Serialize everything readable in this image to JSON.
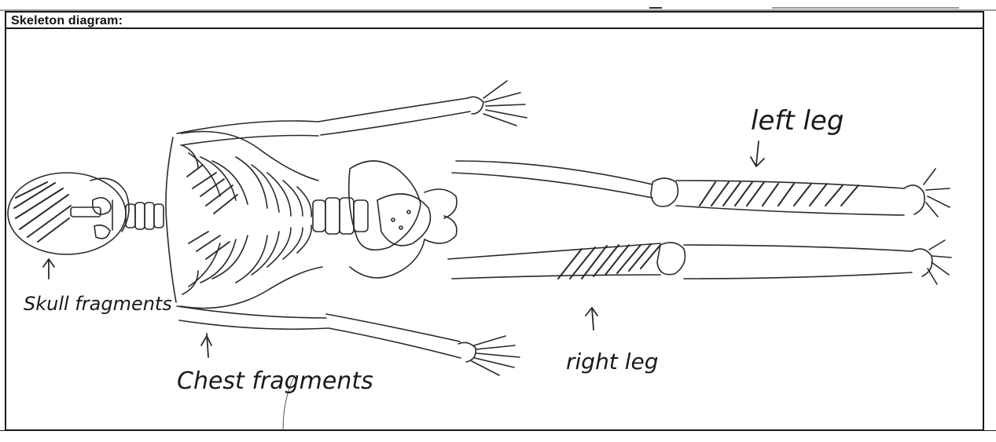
{
  "section": {
    "title": "Skeleton diagram:"
  },
  "annotations": {
    "skull": "Skull fragments",
    "chest": "Chest fragments",
    "left_leg": "left leg",
    "right_leg": "right leg"
  },
  "colors": {
    "ink": "#1a1a1a",
    "paper": "#ffffff"
  }
}
